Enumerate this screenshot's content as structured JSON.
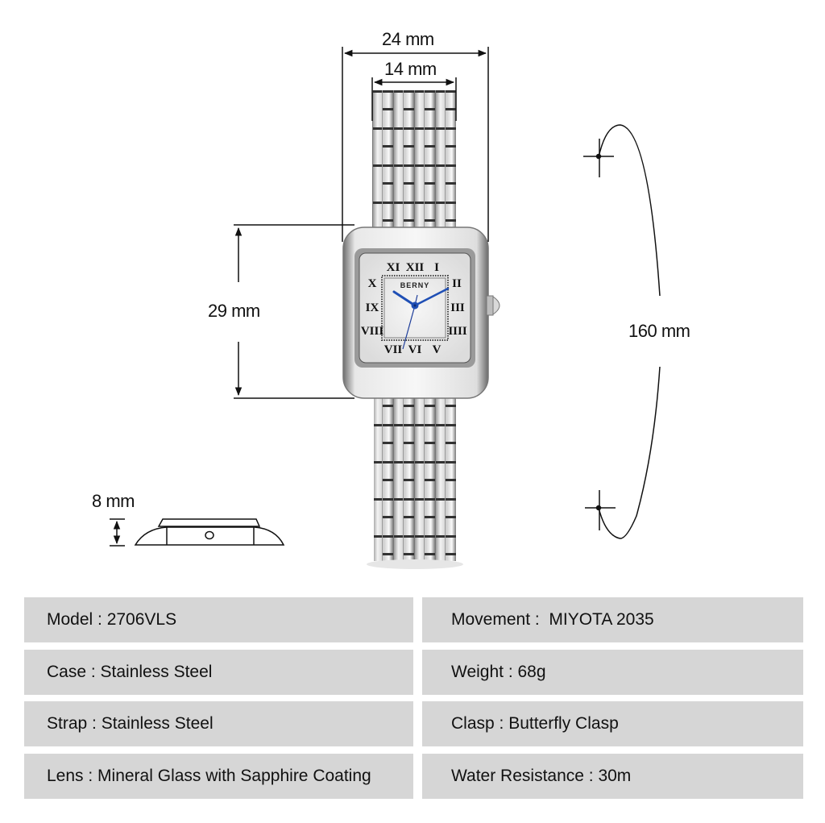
{
  "product": {
    "brand_on_dial": "BERNY",
    "dial_numerals": [
      "XII",
      "I",
      "II",
      "III",
      "IIII",
      "V",
      "VI",
      "VII",
      "VIII",
      "IX",
      "X",
      "XI"
    ],
    "hand_color": "#1f4fb5"
  },
  "dimensions": {
    "case_width": "24 mm",
    "lug_width": "14 mm",
    "case_height": "29 mm",
    "thickness": "8 mm",
    "strap_length": "160 mm"
  },
  "specs": {
    "left": [
      {
        "label": "Model",
        "value": "2706VLS",
        "text": "Model : 2706VLS"
      },
      {
        "label": "Case",
        "value": "Stainless Steel",
        "text": "Case : Stainless Steel"
      },
      {
        "label": "Strap",
        "value": "Stainless Steel",
        "text": "Strap : Stainless Steel"
      },
      {
        "label": "Lens",
        "value": "Mineral Glass with Sapphire Coating",
        "text": "Lens : Mineral Glass with Sapphire Coating"
      }
    ],
    "right": [
      {
        "label": "Movement",
        "value": "MIYOTA 2035",
        "text": "Movement :  MIYOTA 2035"
      },
      {
        "label": "Weight",
        "value": "68g",
        "text": "Weight : 68g"
      },
      {
        "label": "Clasp",
        "value": "Butterfly Clasp",
        "text": "Clasp : Butterfly Clasp"
      },
      {
        "label": "Water Resistance",
        "value": "30m",
        "text": "Water Resistance : 30m"
      }
    ]
  },
  "colors": {
    "spec_box_bg": "#d6d6d6",
    "line": "#111111",
    "background": "#ffffff"
  }
}
